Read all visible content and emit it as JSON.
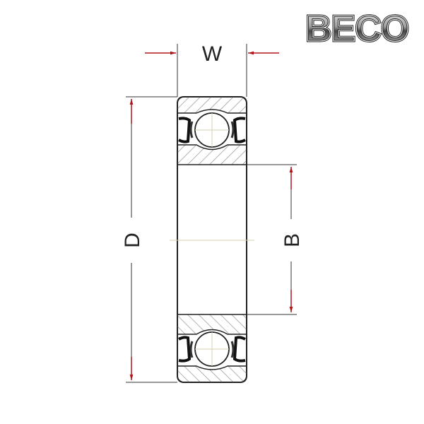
{
  "logo": {
    "text": "BECO"
  },
  "dimensions": {
    "width_label": "W",
    "outer_diameter_label": "D",
    "bore_label": "B"
  },
  "colors": {
    "arrow": "#b0161e",
    "line": "#222222",
    "hatch": "#888888"
  }
}
